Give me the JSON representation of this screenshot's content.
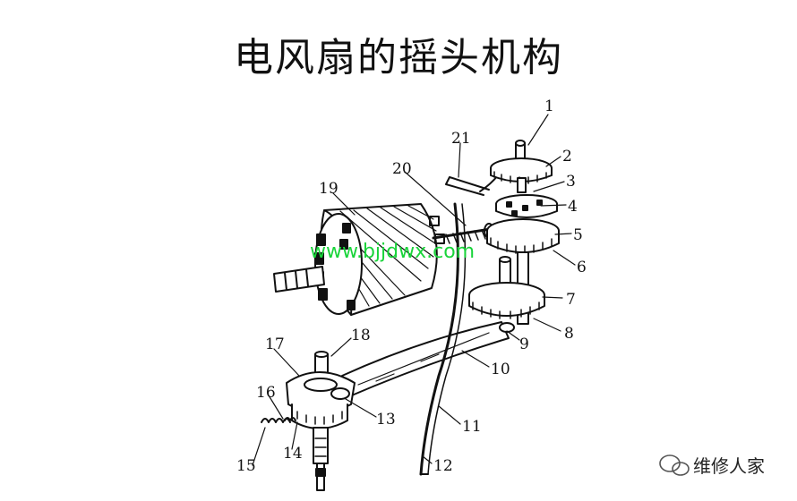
{
  "title": "电风扇的摇头机构",
  "watermark": "www.bjjdwx.com",
  "brand": "维修人家",
  "labels": [
    "1",
    "2",
    "3",
    "4",
    "5",
    "6",
    "7",
    "8",
    "9",
    "10",
    "11",
    "12",
    "13",
    "14",
    "15",
    "16",
    "17",
    "18",
    "19",
    "20",
    "21"
  ],
  "colors": {
    "ink": "#111111",
    "watermark": "#19d43a"
  }
}
